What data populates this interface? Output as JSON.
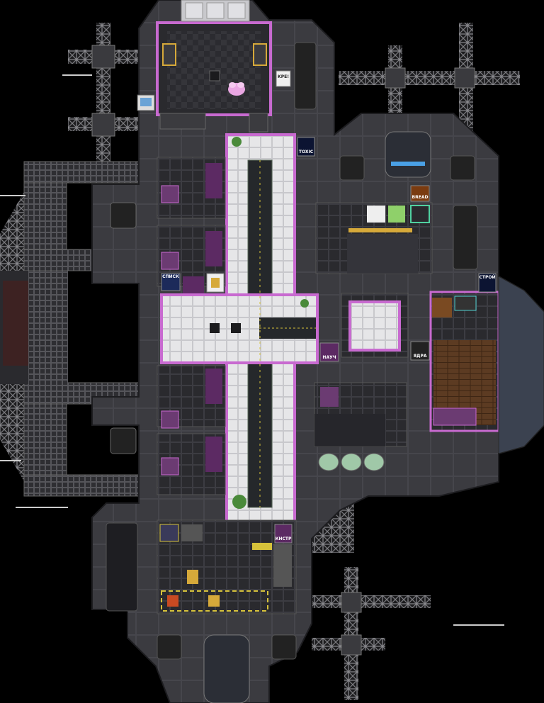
{
  "scene": "space-station-map",
  "signs": {
    "kpe": "KPE!",
    "toxic": "TOXIC",
    "bread": "BREAD",
    "spisok": "СПИСК",
    "nauch": "НАУЧ",
    "yadra": "ЯДРА",
    "stroy": "СТРОЙ",
    "kistr": "КНСТР"
  },
  "colors": {
    "space": "#000000",
    "hull": "#3a3a3e",
    "hull_dark": "#2a2a2d",
    "floor_white": "#e8e8ea",
    "floor_dark": "#2b2b2f",
    "accent_pink": "#c86ad0",
    "accent_magenta": "#9b2c9f",
    "wood": "#5a3a22",
    "lattice": "#8a8a8e"
  },
  "icons": [
    "pink-creature-icon",
    "pod-icon",
    "engine-icon",
    "plant-icon",
    "crate-icon",
    "robot-icon",
    "computer-icon"
  ]
}
